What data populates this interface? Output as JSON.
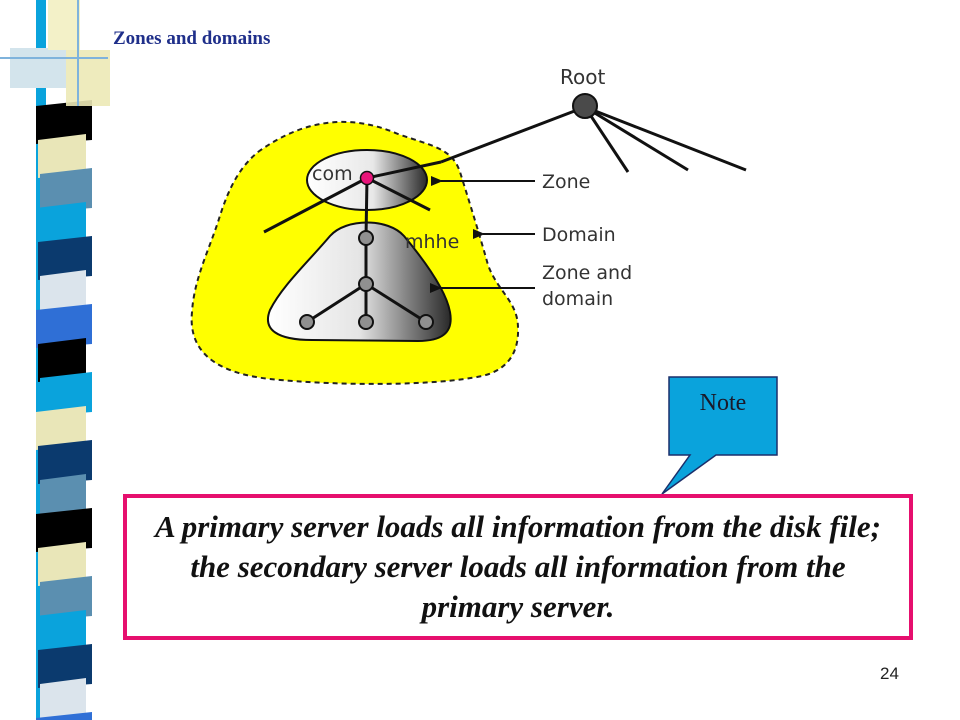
{
  "slide": {
    "title": "Zones and domains",
    "number": "24"
  },
  "diagram": {
    "root_label": "Root",
    "com_label": "com",
    "mhhe_label": "mhhe",
    "callouts": {
      "zone": "Zone",
      "domain": "Domain",
      "zone_and_domain_line1": "Zone and",
      "zone_and_domain_line2": "domain"
    },
    "colors": {
      "domain_fill": "#ffff00",
      "com_node": "#e8157a",
      "node_gray": "#909090",
      "root_node": "#4a4a4a"
    }
  },
  "note": {
    "label": "Note",
    "text": "A primary server loads all information from the disk file; the secondary server loads all information from the primary server.",
    "colors": {
      "callout_fill": "#0aa3dc",
      "border": "#e60f6e"
    }
  }
}
